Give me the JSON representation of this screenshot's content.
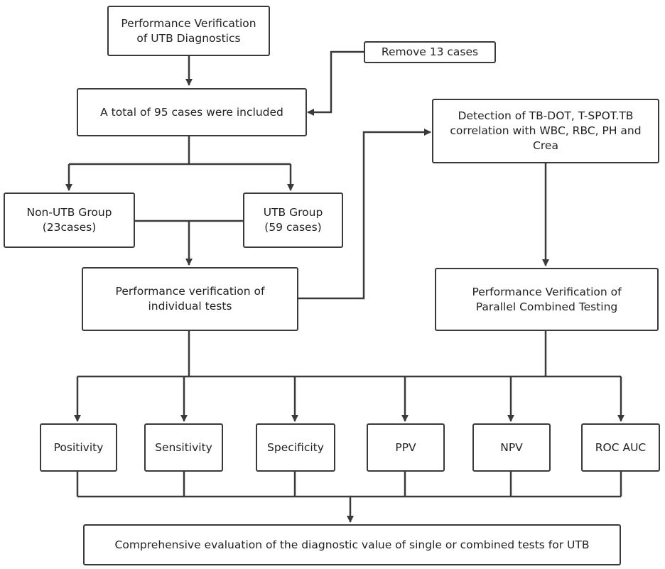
{
  "diagram": {
    "nodes": {
      "perf_verif_utb": {
        "lines": [
          "Performance Verification",
          "of UTB Diagnostics"
        ]
      },
      "remove_cases": {
        "lines": [
          "Remove 13 cases"
        ]
      },
      "total_cases": {
        "lines": [
          "A total of 95 cases were included"
        ]
      },
      "detection": {
        "lines": [
          "Detection of TB-DOT, T-SPOT.TB",
          "correlation with WBC, RBC, PH and",
          "Crea"
        ]
      },
      "non_utb_group": {
        "lines": [
          "Non-UTB Group",
          "(23cases)"
        ]
      },
      "utb_group": {
        "lines": [
          "UTB Group",
          "(59 cases)"
        ]
      },
      "individual_tests": {
        "lines": [
          "Performance verification of",
          "individual tests"
        ]
      },
      "parallel_testing": {
        "lines": [
          "Performance Verification of",
          "Parallel Combined Testing"
        ]
      },
      "positivity": {
        "lines": [
          "Positivity"
        ]
      },
      "sensitivity": {
        "lines": [
          "Sensitivity"
        ]
      },
      "specificity": {
        "lines": [
          "Specificity"
        ]
      },
      "ppv": {
        "lines": [
          "PPV"
        ]
      },
      "npv": {
        "lines": [
          "NPV"
        ]
      },
      "roc_auc": {
        "lines": [
          "ROC AUC"
        ]
      },
      "comprehensive_eval": {
        "lines": [
          "Comprehensive evaluation of the diagnostic value of single or combined tests for UTB"
        ]
      }
    },
    "colors": {
      "stroke": "#3a3a3a",
      "text": "#222222",
      "background": "#ffffff"
    }
  }
}
